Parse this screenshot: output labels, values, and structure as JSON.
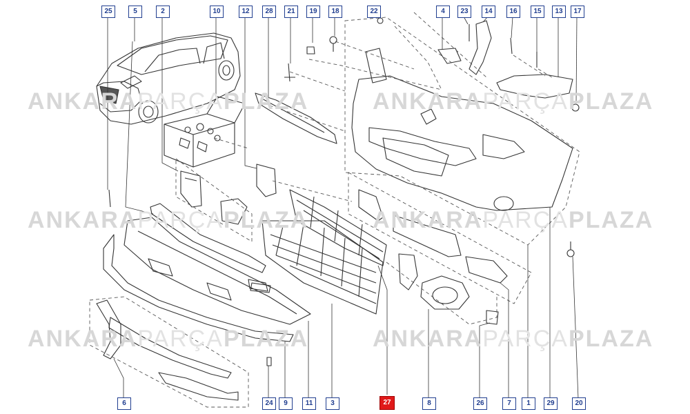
{
  "callouts": [
    {
      "label": "25"
    },
    {
      "label": "5"
    },
    {
      "label": "2"
    },
    {
      "label": "10"
    },
    {
      "label": "12"
    },
    {
      "label": "28"
    },
    {
      "label": "21"
    },
    {
      "label": "19"
    },
    {
      "label": "18"
    },
    {
      "label": "22"
    },
    {
      "label": "4"
    },
    {
      "label": "23"
    },
    {
      "label": "14"
    },
    {
      "label": "16"
    },
    {
      "label": "15"
    },
    {
      "label": "13"
    },
    {
      "label": "17"
    },
    {
      "label": "6"
    },
    {
      "label": "24"
    },
    {
      "label": "9"
    },
    {
      "label": "11"
    },
    {
      "label": "3"
    },
    {
      "label": "27"
    },
    {
      "label": "8"
    },
    {
      "label": "26"
    },
    {
      "label": "7"
    },
    {
      "label": "1"
    },
    {
      "label": "29"
    },
    {
      "label": "20"
    }
  ],
  "highlight_callout": "27",
  "watermark": {
    "part1": "ANKARA",
    "part2": "PARÇA",
    "part3": "PLAZA"
  },
  "colors": {
    "callout_border": "#1f3d8f",
    "callout_highlight": "#e01a1a",
    "line": "#333333",
    "watermark": "#d7d7d7"
  }
}
